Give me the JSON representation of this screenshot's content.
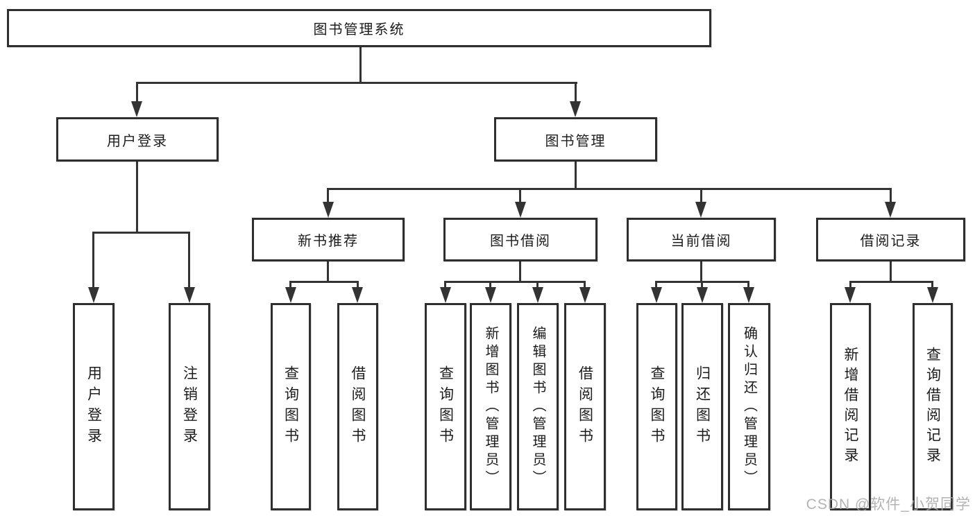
{
  "diagram": {
    "root": {
      "label": "图书管理系统"
    },
    "level2": [
      {
        "label": "用户登录",
        "children": [
          {
            "label": "用户登录"
          },
          {
            "label": "注销登录"
          }
        ]
      },
      {
        "label": "图书管理"
      }
    ],
    "level3": [
      {
        "label": "新书推荐",
        "children": [
          {
            "label": "查询图书"
          },
          {
            "label": "借阅图书"
          }
        ]
      },
      {
        "label": "图书借阅",
        "children": [
          {
            "label": "查询图书"
          },
          {
            "label": "新增图书（管理员）"
          },
          {
            "label": "编辑图书（管理员）"
          },
          {
            "label": "借阅图书"
          }
        ]
      },
      {
        "label": "当前借阅",
        "children": [
          {
            "label": "查询图书"
          },
          {
            "label": "归还图书"
          },
          {
            "label": "确认归还（管理员）"
          }
        ]
      },
      {
        "label": "借阅记录",
        "children": [
          {
            "label": "新增借阅记录"
          },
          {
            "label": "查询借阅记录"
          }
        ]
      }
    ]
  },
  "watermark": {
    "text": "CSDN @软件_小贺同学"
  },
  "colors": {
    "line": "#333333",
    "box_border": "#2e2e2e",
    "text": "#1c1c1c",
    "watermark": "#a8a8a8",
    "background": "#ffffff"
  }
}
